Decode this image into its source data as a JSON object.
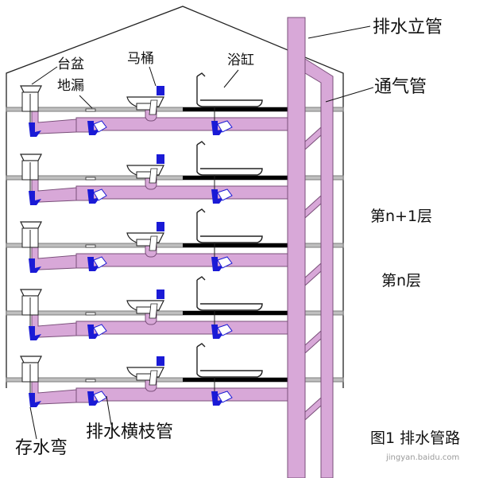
{
  "labels": {
    "washbasin": "台盆",
    "floor_drain": "地漏",
    "toilet": "马桶",
    "bathtub": "浴缸",
    "stack": "排水立管",
    "vent": "通气管",
    "floor_n1": "第n+1层",
    "floor_n": "第n层",
    "trap": "存水弯",
    "branch": "排水横枝管",
    "caption": "图1  排水管路"
  },
  "watermark": "jingyan.baidu.com",
  "colors": {
    "pipe": "#d8a8d8",
    "pipe_edge": "#7a4f7a",
    "trap_blue": "#1a1ad6",
    "floor_slab": "#7c7c7c",
    "black": "#000000"
  }
}
